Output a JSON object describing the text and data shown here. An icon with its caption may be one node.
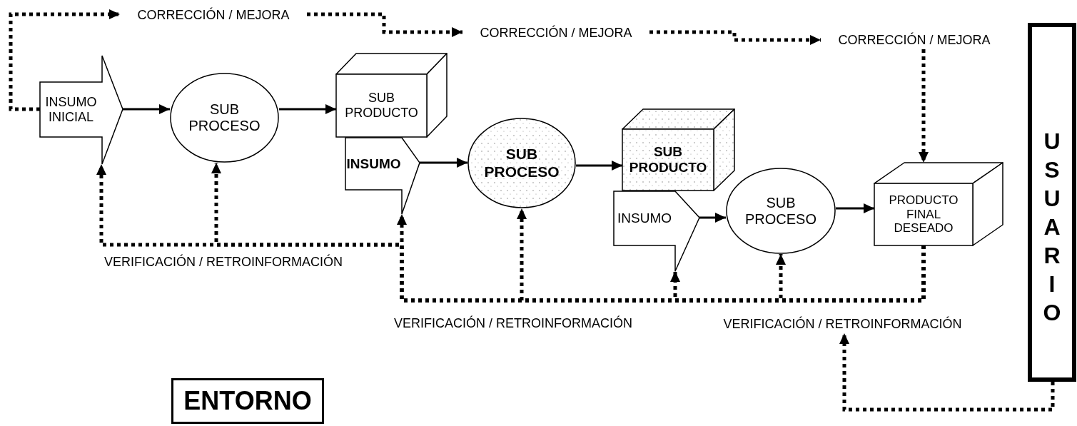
{
  "diagram": {
    "nodes": [
      {
        "text": [
          "CORRECCIÓN / MEJORA"
        ]
      },
      {
        "text": [
          "CORRECCIÓN / MEJORA"
        ]
      },
      {
        "text": [
          "CORRECCIÓN / MEJORA"
        ]
      },
      {
        "text": [
          "INSUMO INICIAL"
        ]
      },
      {
        "text": [
          "SUB PROCESO"
        ]
      },
      {
        "text": [
          "SUB PRODUCTO"
        ]
      },
      {
        "text": [
          "INSUMO"
        ]
      },
      {
        "text": [
          "SUB PROCESO"
        ]
      },
      {
        "text": [
          "SUB PRODUCTO"
        ]
      },
      {
        "text": [
          "INSUMO"
        ]
      },
      {
        "text": [
          "SUB PROCESO"
        ]
      },
      {
        "text": [
          "PRODUCTO FINAL DESEADO"
        ]
      },
      {
        "text": [
          "USUARIO"
        ]
      },
      {
        "text": [
          "VERIFICACIÓN / RETROINFORMACIÓN"
        ]
      },
      {
        "text": [
          "ENTORNO"
        ]
      }
    ],
    "edges": [
      {
        "from": 3,
        "to": 4,
        "arrow": "to"
      },
      {
        "from": 4,
        "to": 5,
        "arrow": "to"
      },
      {
        "from": 6,
        "to": 7,
        "arrow": "to"
      },
      {
        "from": 7,
        "to": 8,
        "arrow": "to"
      },
      {
        "from": 9,
        "to": 10,
        "arrow": "to"
      },
      {
        "from": 10,
        "to": 11,
        "arrow": "to"
      },
      {
        "from": 3,
        "to": 0,
        "arrow": "to",
        "style": "dashed"
      },
      {
        "from": 0,
        "to": 1,
        "arrow": "to",
        "style": "dashed"
      },
      {
        "from": 1,
        "to": 2,
        "arrow": "to",
        "style": "dashed"
      },
      {
        "from": 2,
        "to": 11,
        "arrow": "to",
        "style": "dashed"
      },
      {
        "from": 11,
        "to": 9,
        "arrow": "to",
        "style": "dashed"
      },
      {
        "from": 11,
        "to": 10,
        "arrow": "to",
        "style": "dashed"
      },
      {
        "from": 11,
        "to": 7,
        "arrow": "to",
        "style": "dashed"
      },
      {
        "from": 11,
        "to": 6,
        "arrow": "to",
        "style": "dashed"
      },
      {
        "from": 11,
        "to": 4,
        "arrow": "to",
        "style": "dashed"
      },
      {
        "from": 11,
        "to": 3,
        "arrow": "to",
        "style": "dashed"
      },
      {
        "from": 12,
        "to": 13,
        "arrow": "to",
        "style": "dashed"
      }
    ],
    "labels": [
      "VERIFICACIÓN / RETROINFORMACIÓN",
      "VERIFICACIÓN / RETROINFORMACIÓN"
    ]
  }
}
